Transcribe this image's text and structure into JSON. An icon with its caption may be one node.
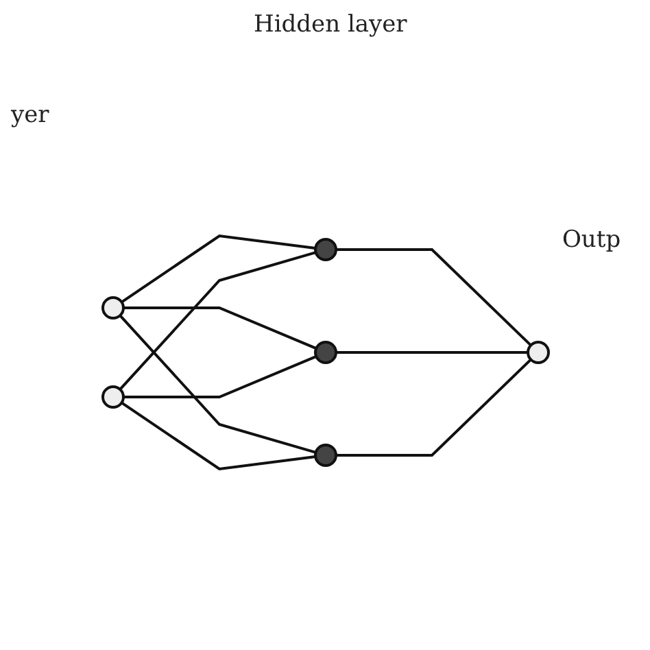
{
  "diagram": {
    "nodes": [
      {
        "text": [],
        "shape": "circle"
      },
      {
        "text": [],
        "shape": "circle"
      },
      {
        "text": [],
        "shape": "circle"
      },
      {
        "text": [],
        "shape": "circle"
      },
      {
        "text": [],
        "shape": "circle"
      },
      {
        "text": [],
        "shape": "circle"
      }
    ],
    "edges": [
      {
        "from": 0,
        "to": 2,
        "arrow": "none"
      },
      {
        "from": 0,
        "to": 3,
        "arrow": "none"
      },
      {
        "from": 0,
        "to": 4,
        "arrow": "none"
      },
      {
        "from": 1,
        "to": 2,
        "arrow": "none"
      },
      {
        "from": 1,
        "to": 3,
        "arrow": "none"
      },
      {
        "from": 1,
        "to": 4,
        "arrow": "none"
      },
      {
        "from": 2,
        "to": 5,
        "arrow": "none"
      },
      {
        "from": 3,
        "to": 5,
        "arrow": "none"
      },
      {
        "from": 4,
        "to": 5,
        "arrow": "none"
      }
    ],
    "labels": [
      "yer",
      "Hidden layer",
      "Outp"
    ]
  }
}
